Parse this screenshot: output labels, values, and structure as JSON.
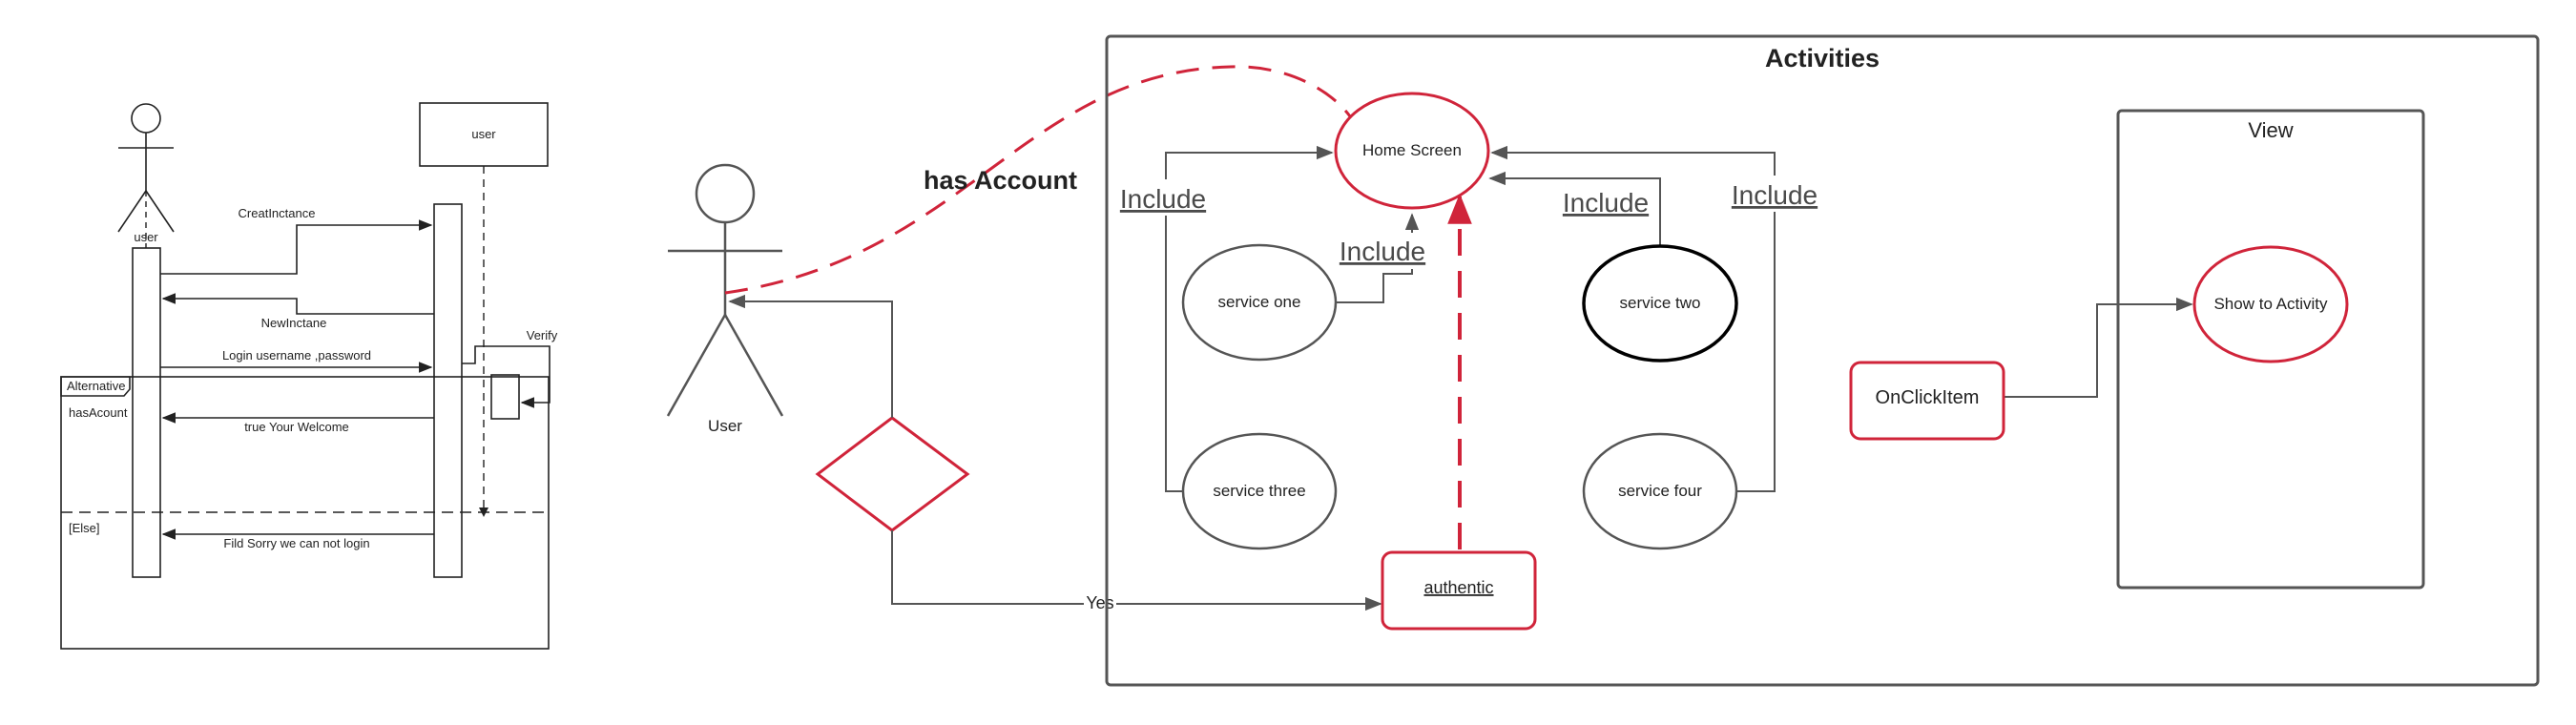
{
  "sequence": {
    "actor_label": "user",
    "object_label": "user",
    "messages": {
      "create": "CreatInctance",
      "new": "NewInctane",
      "login": "Login username ,password",
      "verify": "Verify",
      "welcome": "true Your Welcome",
      "fail": "Fild Sorry we can not login"
    },
    "fragment": {
      "label": "Alternative",
      "guard_1": "hasAcount",
      "guard_2": "[Else]"
    }
  },
  "usecase": {
    "actor_label": "User",
    "has_account_label": "has Account",
    "yes_label": "Yes",
    "boundary_title": "Activities",
    "home": "Home Screen",
    "service_one": "service one",
    "service_two": "service two",
    "service_three": "service three",
    "service_four": "service four",
    "authentic": "authentic",
    "include": "Include",
    "onclick": "OnClickItem",
    "view_title": "View",
    "show_activity": "Show to Activity"
  },
  "colors": {
    "red": "#d0243a",
    "line": "#555555",
    "black": "#222222"
  }
}
